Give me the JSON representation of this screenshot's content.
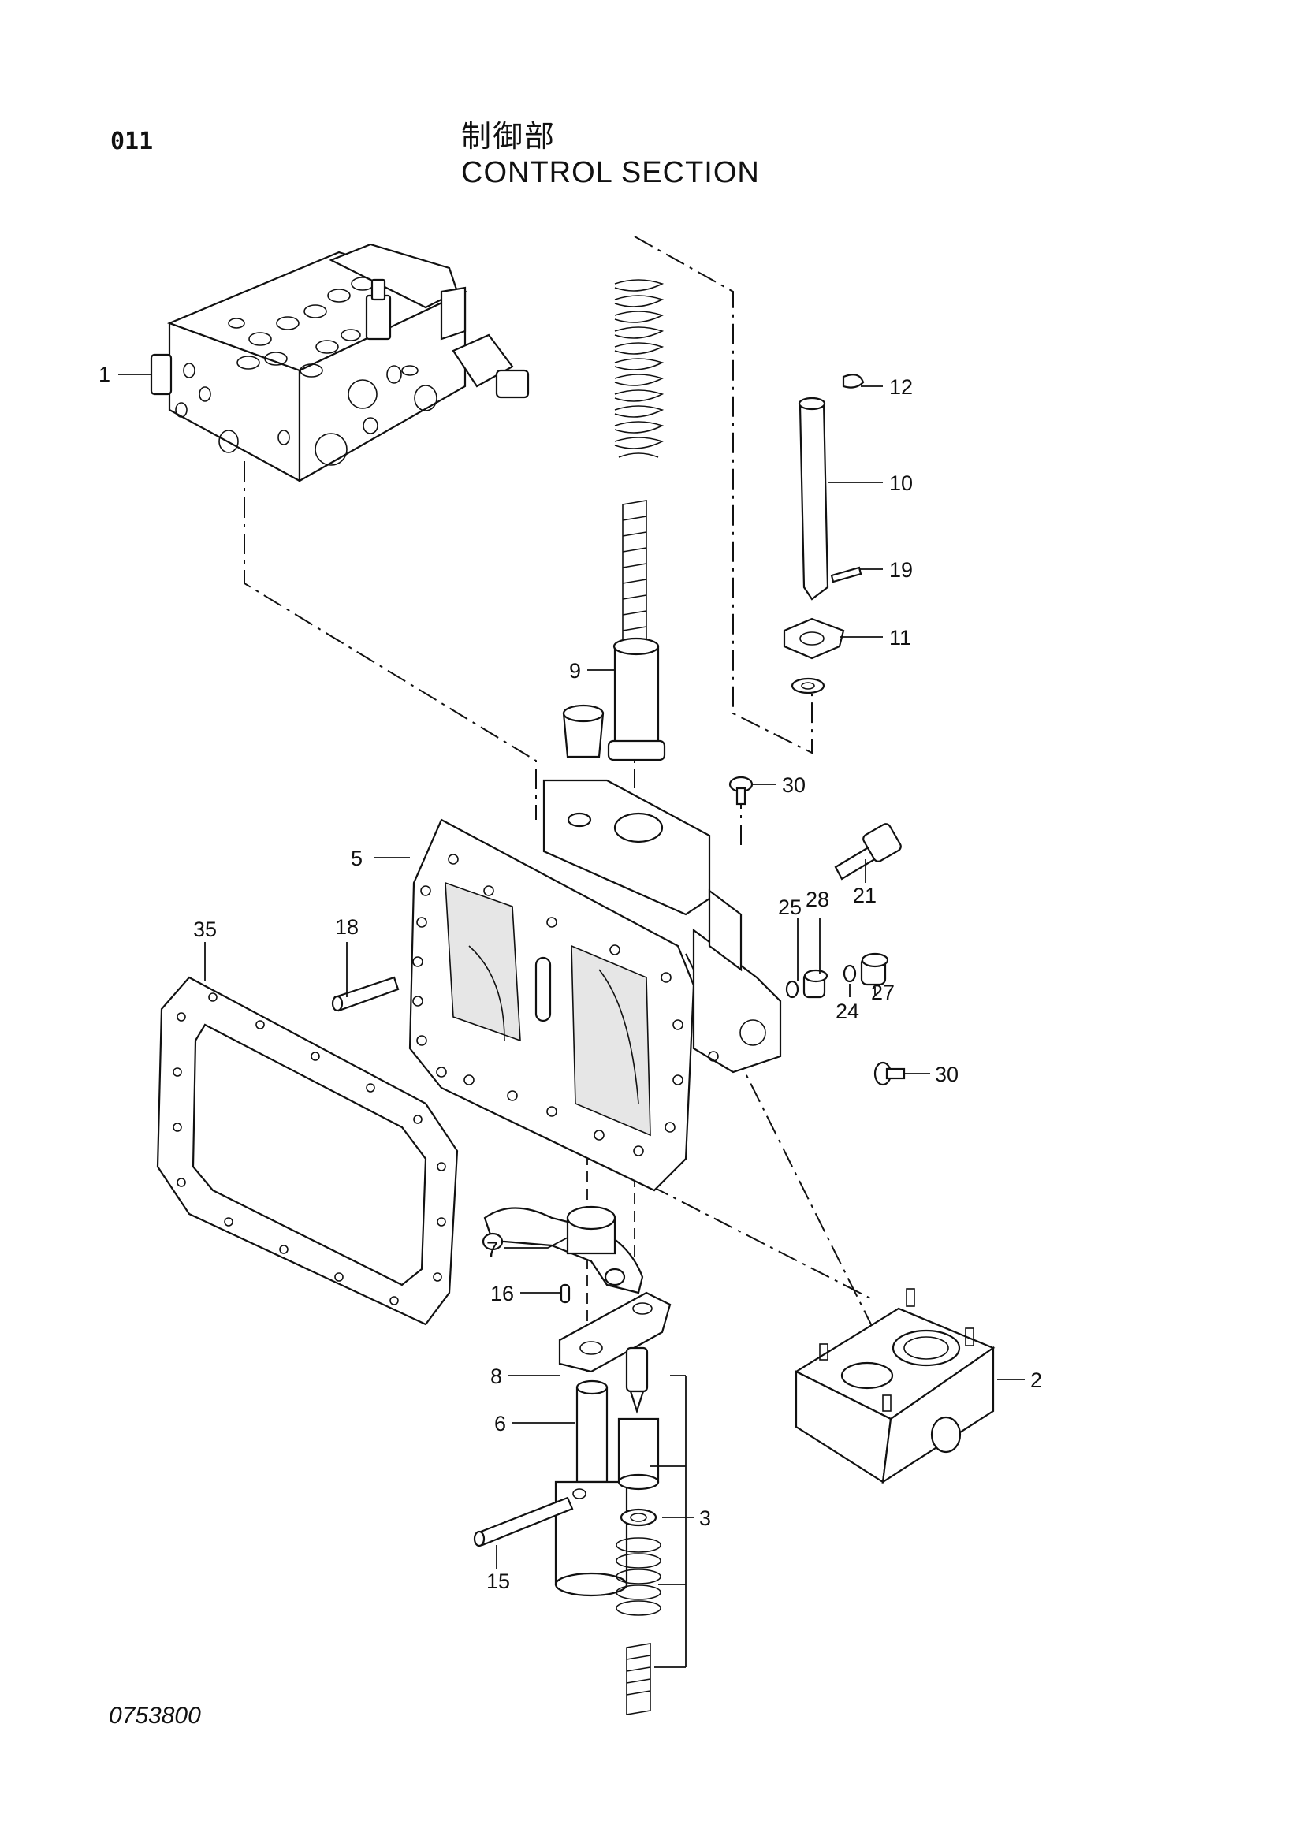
{
  "header": {
    "page_number": "011",
    "title_japanese": "制御部",
    "title_english": "CONTROL SECTION"
  },
  "footer": {
    "drawing_number": "0753800"
  },
  "callouts": {
    "c1": "1",
    "c2": "2",
    "c3": "3",
    "c5": "5",
    "c6": "6",
    "c7": "7",
    "c8": "8",
    "c9": "9",
    "c10": "10",
    "c11": "11",
    "c12": "12",
    "c15": "15",
    "c16": "16",
    "c18": "18",
    "c19": "19",
    "c21": "21",
    "c24": "24",
    "c25": "25",
    "c27": "27",
    "c28": "28",
    "c30a": "30",
    "c30b": "30",
    "c35": "35"
  }
}
